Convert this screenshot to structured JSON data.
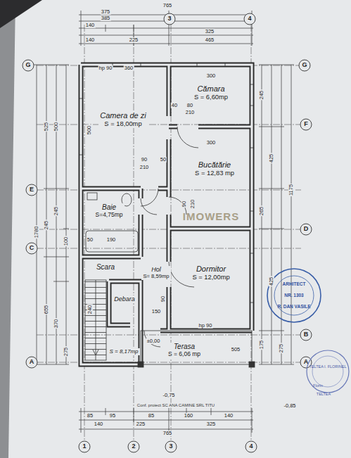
{
  "diagram": {
    "nodes": [
      {
        "text": [
          "Camera de zi",
          "S = 18,00mp"
        ]
      },
      {
        "text": [
          "Cămara",
          "S = 6,60mp"
        ]
      },
      {
        "text": [
          "Bucătărie",
          "S = 12,83 mp"
        ]
      },
      {
        "text": [
          "Baie",
          "S=4,75mp"
        ]
      },
      {
        "text": [
          "Scara"
        ]
      },
      {
        "text": [
          "Hol",
          "S= 8,59mp"
        ]
      },
      {
        "text": [
          "Dormitor",
          "S = 12,00mp"
        ]
      },
      {
        "text": [
          "Debara"
        ]
      },
      {
        "text": [
          "S = 8,17mp"
        ]
      },
      {
        "text": [
          "Terasa",
          "S = 6,06 mp"
        ]
      }
    ],
    "labels": [
      "3",
      "4",
      "1",
      "2",
      "3",
      "4",
      "G",
      "E",
      "C",
      "A",
      "G",
      "F",
      "D",
      "B",
      "A",
      "765",
      "375",
      "385",
      "140",
      "325",
      "140",
      "225",
      "465",
      "85",
      "95",
      "85",
      "160",
      "140",
      "140",
      "225",
      "325",
      "765",
      "1780",
      "525",
      "245",
      "655",
      "500",
      "245",
      "370",
      "100",
      "275",
      "1175",
      "245",
      "425",
      "265",
      "425",
      "175",
      "275",
      "hp 90",
      "360",
      "300",
      "40",
      "80",
      "210",
      "500",
      "300",
      "90",
      "50",
      "210",
      "90",
      "210",
      "50",
      "190",
      "240",
      "90",
      "150",
      "hp 90",
      "±0,00",
      "505",
      "-0,75",
      "-0,85",
      "ARHITECT",
      "NR. 1303",
      "R. DAN VASILE",
      "TELTEA I. FLORINEL",
      "Florin",
      "TELTEA",
      "IMOWERS",
      "Conf. proiect SC ANA CAMINE SRL TITU"
    ]
  }
}
